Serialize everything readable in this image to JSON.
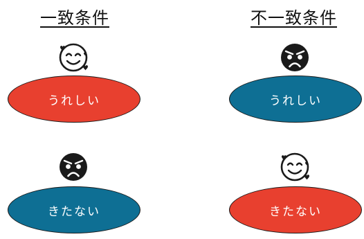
{
  "conditions": [
    {
      "heading": "一致条件",
      "top": {
        "face": "smiling-face-hearts-icon",
        "label": "うれしい",
        "color": "#e8402f"
      },
      "bottom": {
        "face": "angry-face-icon",
        "label": "きたない",
        "color": "#0e6f94"
      }
    },
    {
      "heading": "不一致条件",
      "top": {
        "face": "angry-face-icon",
        "label": "うれしい",
        "color": "#0e6f94"
      },
      "bottom": {
        "face": "smiling-face-hearts-icon",
        "label": "きたない",
        "color": "#e8402f"
      }
    }
  ],
  "palette": {
    "red": "#e8402f",
    "blue": "#0e6f94",
    "ink": "#1a1a1a"
  }
}
